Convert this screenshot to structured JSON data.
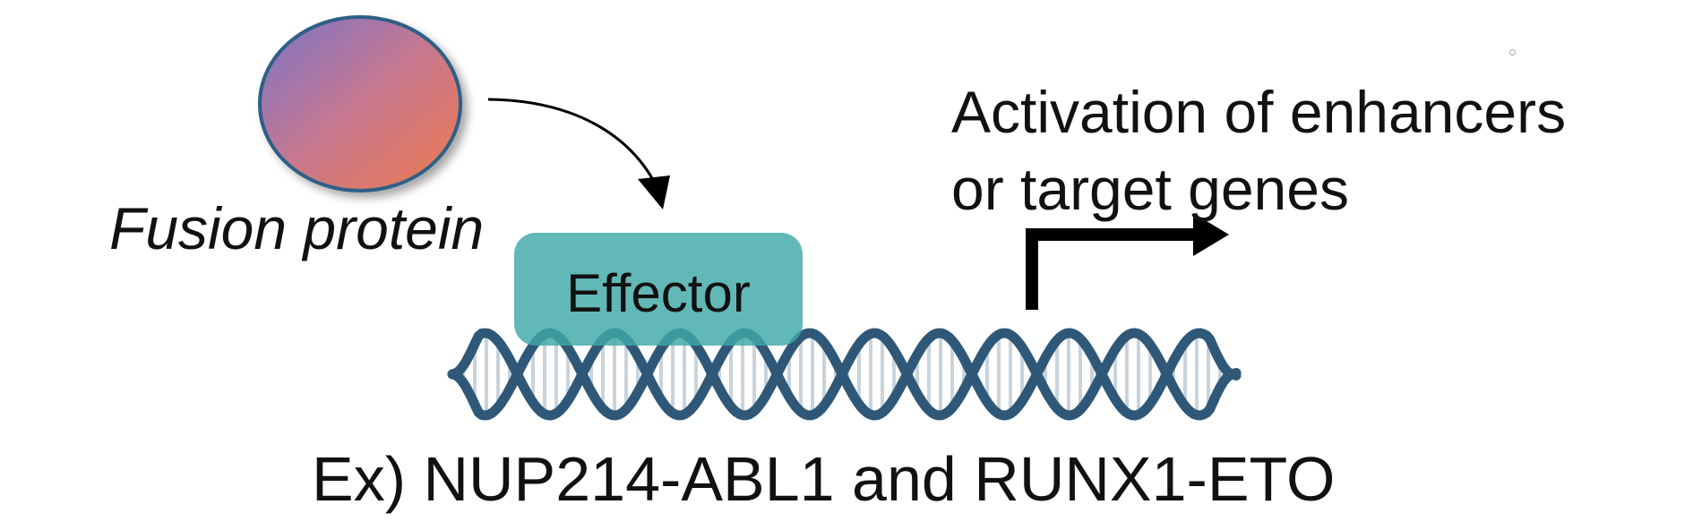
{
  "fusion_protein": {
    "label": "Fusion protein"
  },
  "effector": {
    "label": "Effector"
  },
  "activation": {
    "line1": "Activation of enhancers",
    "line2": "or target genes"
  },
  "example": {
    "label": "Ex) NUP214-ABL1 and RUNX1-ETO"
  },
  "colors": {
    "oval_gradient_start": "#7a74c8",
    "oval_gradient_mid": "#c7788f",
    "oval_gradient_end": "#ee7a4d",
    "oval_outline": "#2f5f86",
    "effector_fill": "#40a8a6",
    "dna_strand": "#2f5878",
    "dna_rung": "#c9d3dc",
    "arrow": "#000000"
  }
}
